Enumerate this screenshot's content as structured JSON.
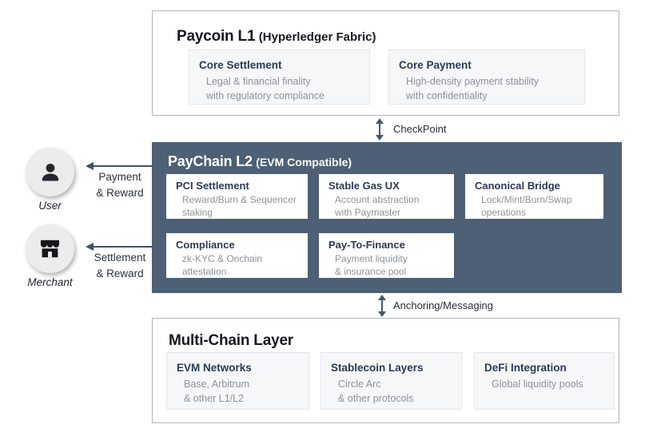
{
  "palette": {
    "slate_box": "#4e6076",
    "arrow": "#3f5168",
    "connector_arrow": "#46586e",
    "card_title": "#2c3a55",
    "card_body": "#8d929b",
    "heading": "#15181e",
    "gray_card_bg": "#f6f7f9",
    "actor_circle_bg": "#ececec"
  },
  "actors": {
    "user": {
      "label": "User",
      "icon": "user-icon"
    },
    "merchant": {
      "label": "Merchant",
      "icon": "merchant-icon"
    }
  },
  "flows": {
    "payment": {
      "line1": "Payment",
      "line2": "& Reward"
    },
    "settlement": {
      "line1": "Settlement",
      "line2": "& Reward"
    }
  },
  "connectors": {
    "checkpoint": {
      "label": "CheckPoint"
    },
    "anchoring": {
      "label": "Anchoring/Messaging"
    }
  },
  "layers": {
    "paycoin": {
      "title": "Paycoin L1",
      "subtitle": "(Hyperledger Fabric)",
      "cards": [
        {
          "title": "Core Settlement",
          "line1": "Legal & financial finality",
          "line2": "with regulatory compliance"
        },
        {
          "title": "Core Payment",
          "line1": "High-density payment stability",
          "line2": "with confidentiality"
        }
      ]
    },
    "paychain": {
      "title": "PayChain L2",
      "subtitle": "(EVM Compatible)",
      "cards": [
        {
          "title": "PCI Settlement",
          "line1": "Reward/Burn & Sequencer",
          "line2": "staking"
        },
        {
          "title": "Stable Gas UX",
          "line1": "Account abstraction",
          "line2": "with Paymaster"
        },
        {
          "title": "Canonical Bridge",
          "line1": "Lock/Mint/Burn/Swap",
          "line2": "operations"
        },
        {
          "title": "Compliance",
          "line1": "zk-KYC & Onchain",
          "line2": "attestation"
        },
        {
          "title": "Pay-To-Finance",
          "line1": "Payment liquidity",
          "line2": "& insurance pool"
        }
      ]
    },
    "multichain": {
      "title": "Multi-Chain Layer",
      "cards": [
        {
          "title": "EVM Networks",
          "line1": "Base, Arbitrum",
          "line2": "& other L1/L2"
        },
        {
          "title": "Stablecoin Layers",
          "line1": "Circle Arc",
          "line2": "& other protocols"
        },
        {
          "title": "DeFi Integration",
          "line1": "Global liquidity pools",
          "line2": ""
        }
      ]
    }
  }
}
